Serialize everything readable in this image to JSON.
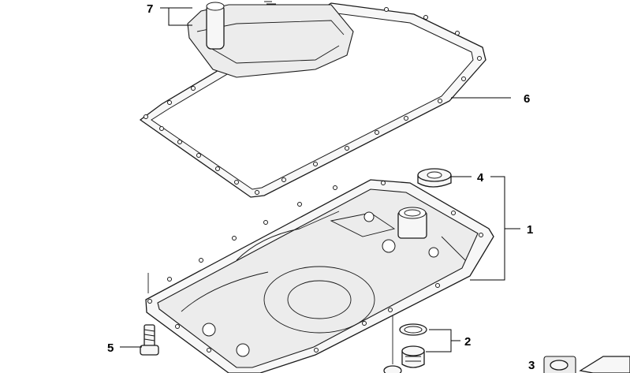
{
  "callouts": [
    {
      "id": "1",
      "label": "1"
    },
    {
      "id": "2",
      "label": "2"
    },
    {
      "id": "3",
      "label": "3"
    },
    {
      "id": "4",
      "label": "4"
    },
    {
      "id": "5",
      "label": "5"
    },
    {
      "id": "6",
      "label": "6"
    },
    {
      "id": "7",
      "label": "7"
    }
  ],
  "colors": {
    "line": "#1a1a1a",
    "fill": "#f7f7f7",
    "background": "#ffffff"
  }
}
